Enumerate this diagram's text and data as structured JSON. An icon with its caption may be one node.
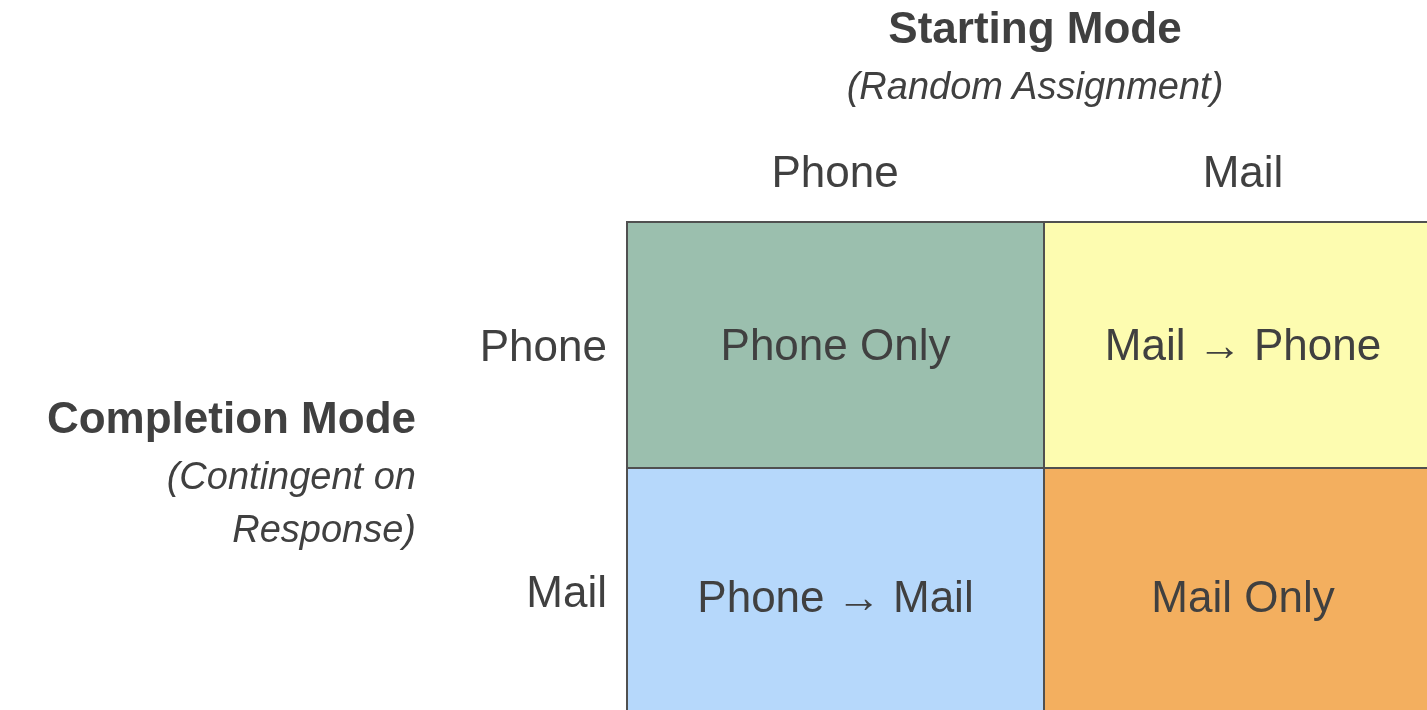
{
  "diagram": {
    "nodes": [
      {
        "text": [
          "Phone Only"
        ]
      },
      {
        "text": [
          "Mail → Phone"
        ]
      },
      {
        "text": [
          "Phone → Mail"
        ]
      },
      {
        "text": [
          "Mail Only"
        ]
      }
    ],
    "labels": [
      "Starting Mode",
      "(Random Assignment)",
      "Phone",
      "Mail",
      "Phone",
      "Completion Mode",
      "(Contingent on Response)",
      "Mail"
    ]
  }
}
